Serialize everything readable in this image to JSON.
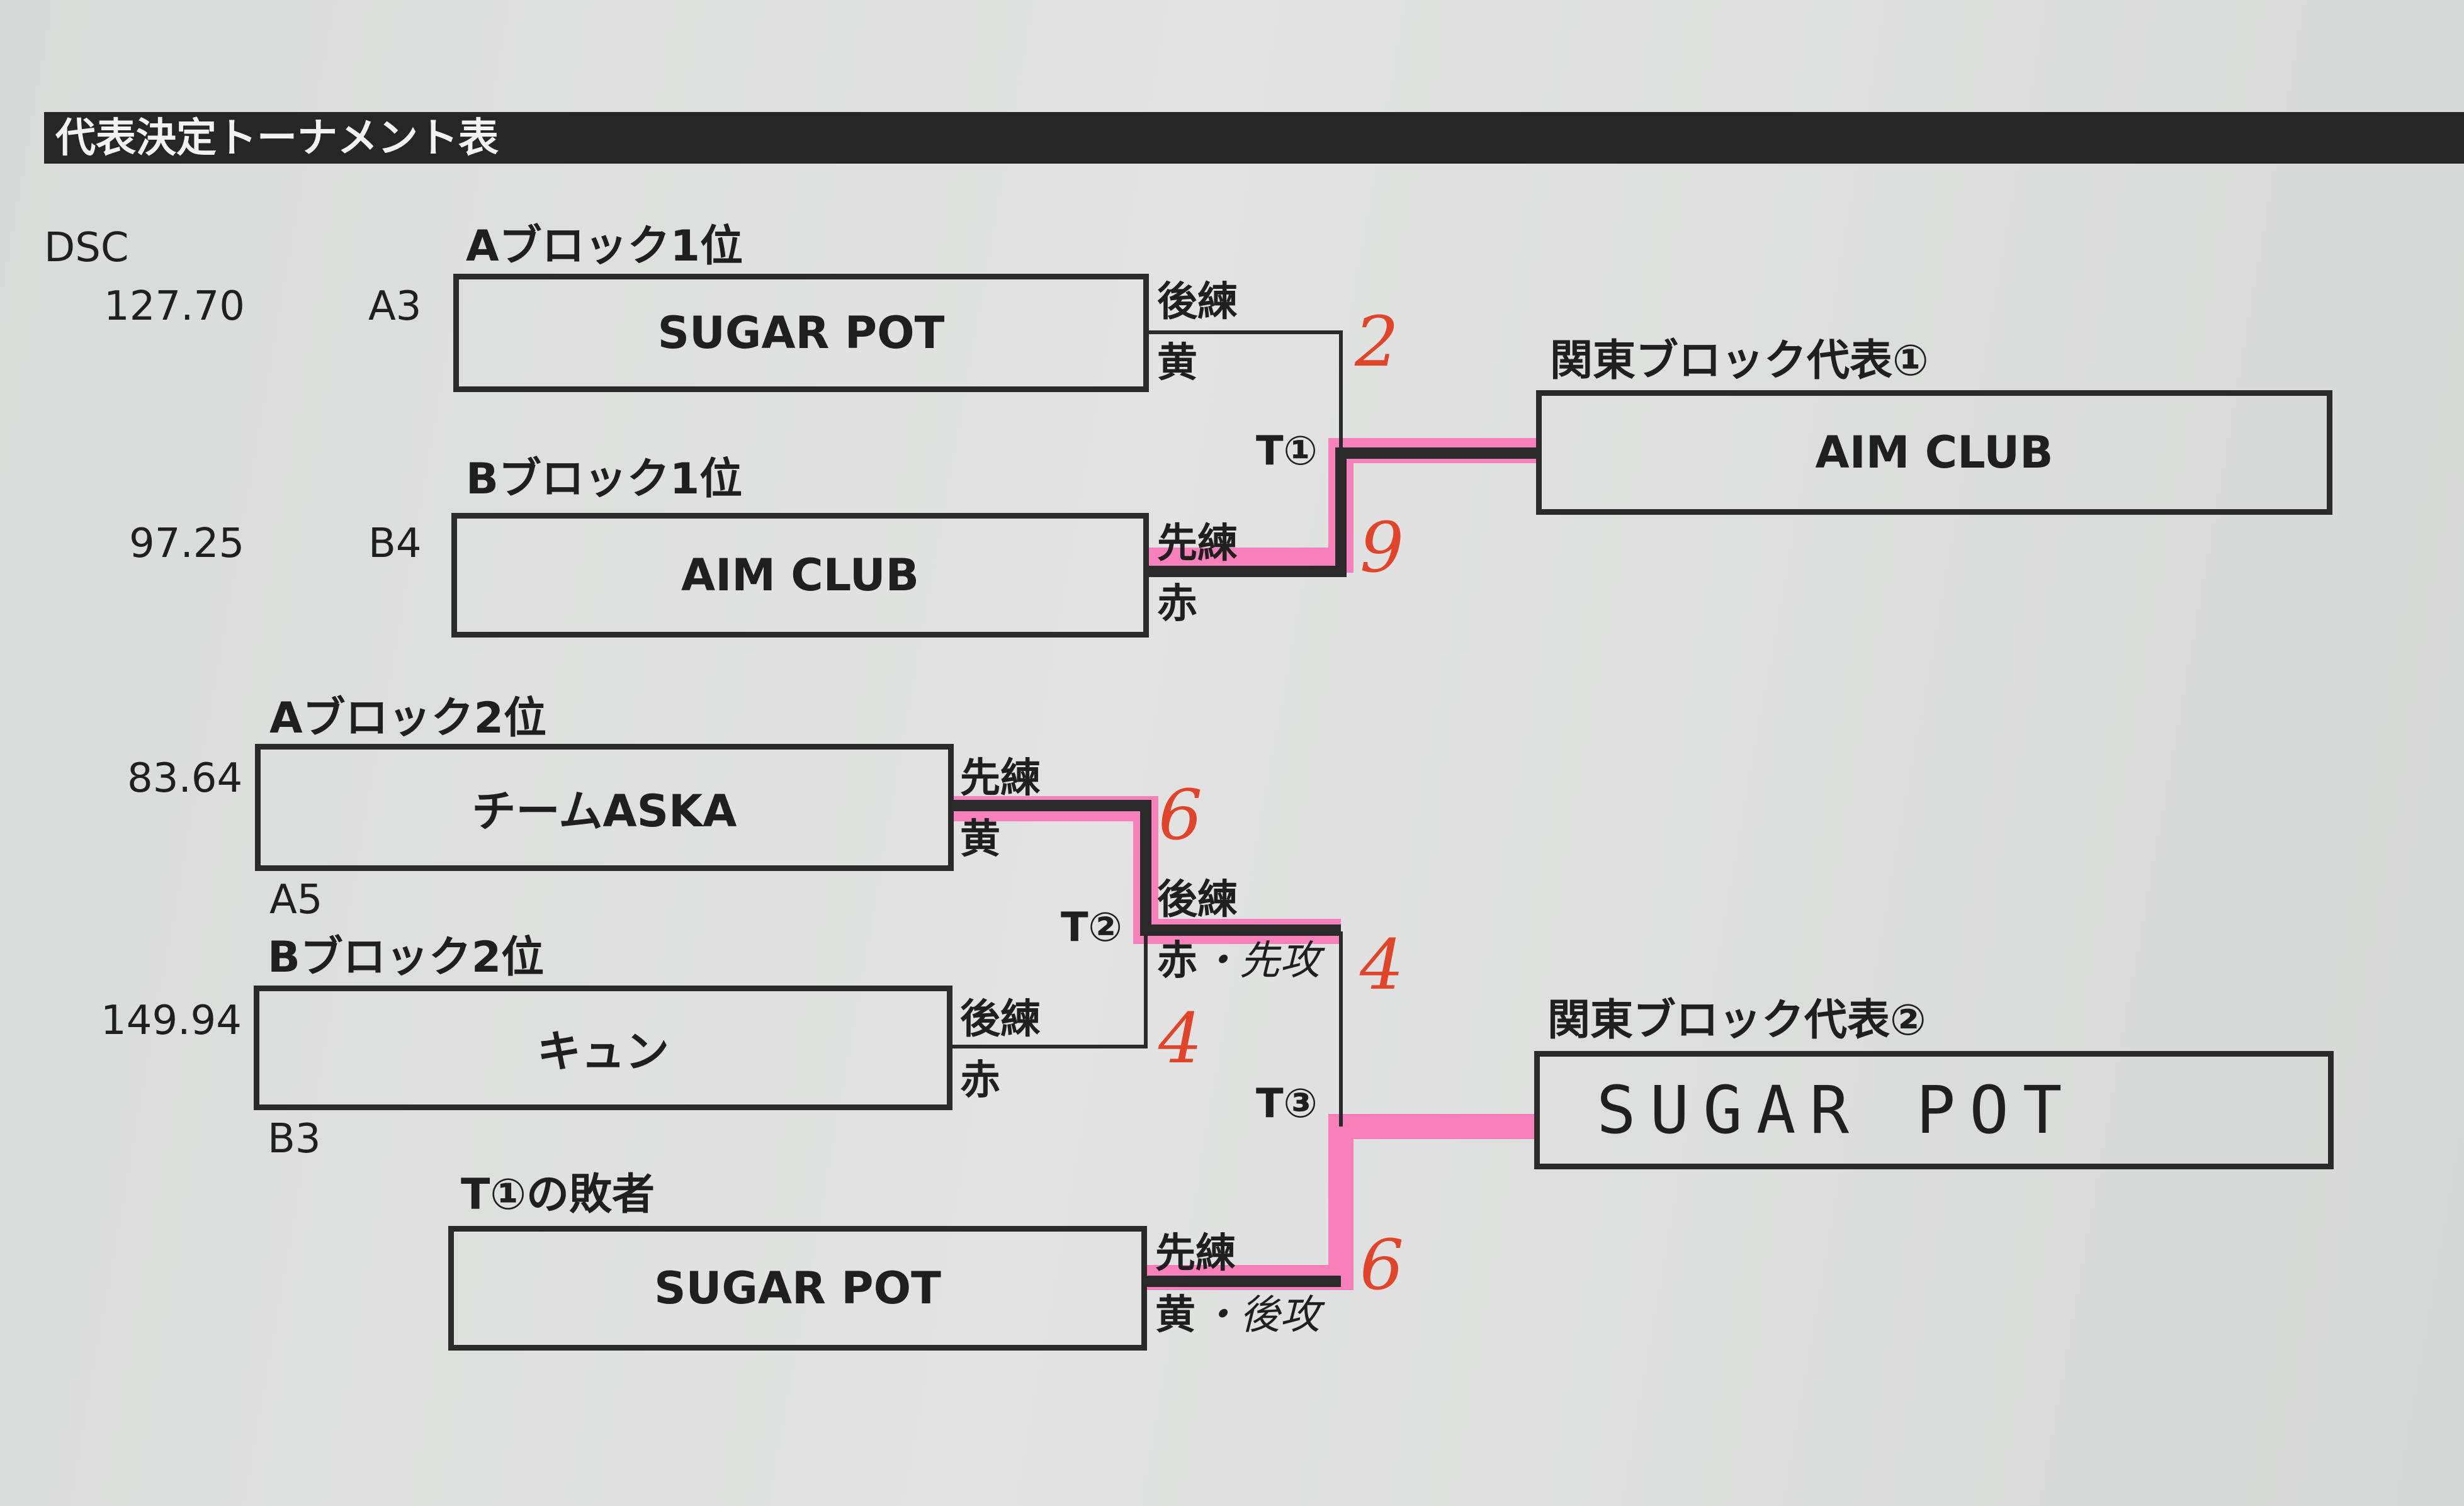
{
  "header": {
    "title": "代表決定トーナメント表"
  },
  "dsc_label": "DSC",
  "entries": [
    {
      "block": "Aブロック1位",
      "dsc": "127.70",
      "code": "A3",
      "team": "SUGAR POT",
      "slot_top": "後練",
      "slot_bottom": "黄"
    },
    {
      "block": "Bブロック1位",
      "dsc": "97.25",
      "code": "B4",
      "team": "AIM CLUB",
      "slot_top": "先練",
      "slot_bottom": "赤"
    },
    {
      "block": "Aブロック2位",
      "dsc": "83.64",
      "code": "A5",
      "team": "チームASKA",
      "slot_top": "先練",
      "slot_bottom": "黄"
    },
    {
      "block": "Bブロック2位",
      "dsc": "149.94",
      "code": "B3",
      "team": "キュン",
      "slot_top": "後練",
      "slot_bottom": "赤"
    },
    {
      "block": "T①の敗者",
      "team": "SUGAR POT",
      "slot_top": "先練",
      "slot_bottom": "黄",
      "note": "・後攻"
    }
  ],
  "t2_winner_slot": {
    "slot_top": "後練",
    "slot_bottom": "赤",
    "note": "・先攻"
  },
  "matches": [
    {
      "label": "T①",
      "score_top": "2",
      "score_bottom": "9"
    },
    {
      "label": "T②",
      "score_top": "6",
      "score_bottom": "4"
    },
    {
      "label": "T③",
      "score_top": "4",
      "score_bottom": "6"
    }
  ],
  "results": [
    {
      "label": "関東ブロック代表①",
      "team": "AIM CLUB"
    },
    {
      "label": "関東ブロック代表②",
      "team": "SUGAR POT"
    }
  ],
  "colors": {
    "ink": "#2a2a2a",
    "highlight": "#ff5fae",
    "score_ink": "#e0452c",
    "header_bg": "#262626"
  }
}
